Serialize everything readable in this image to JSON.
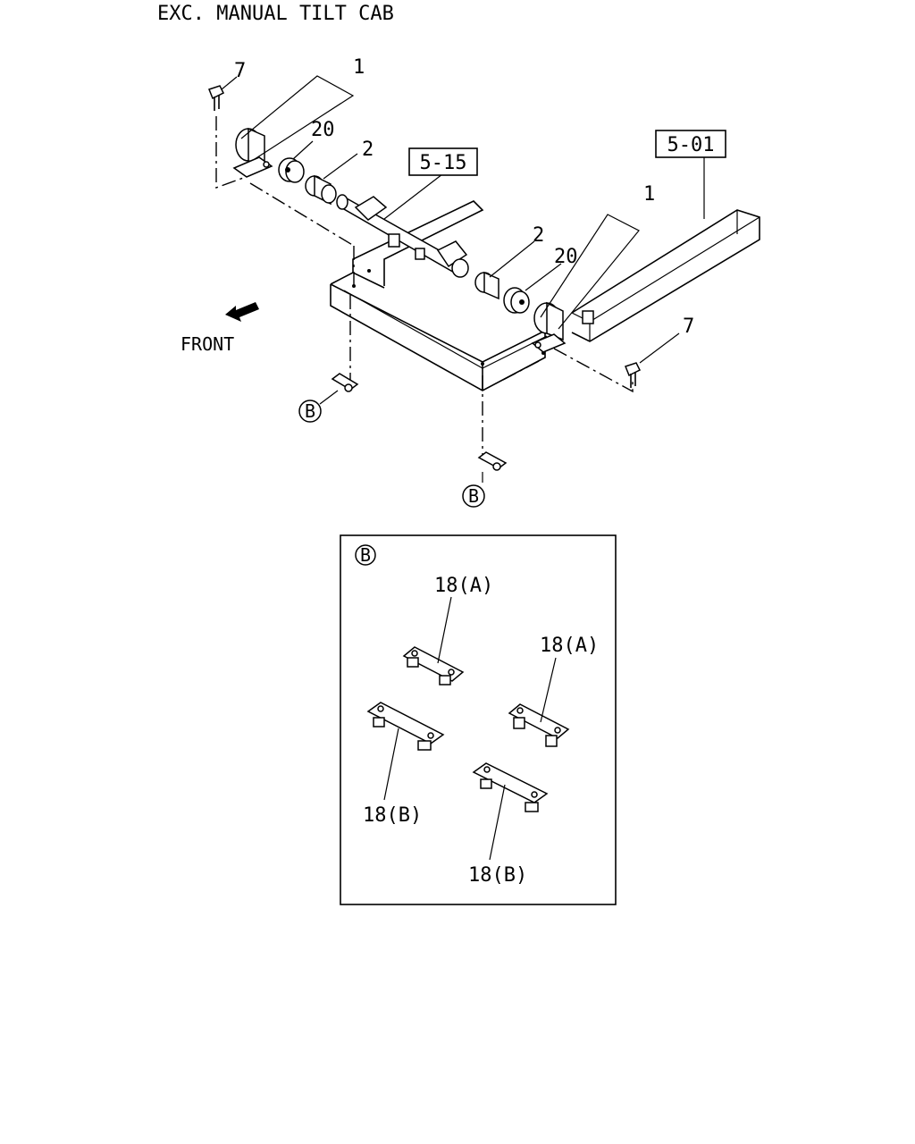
{
  "title": "EXC. MANUAL TILT CAB",
  "callouts": {
    "c7_left": "7",
    "c1_left": "1",
    "c20_left": "20",
    "c2_left": "2",
    "c1_right": "1",
    "c2_right": "2",
    "c20_right": "20",
    "c7_right": "7"
  },
  "refs": {
    "ref_515": "5-15",
    "ref_501": "5-01"
  },
  "front_label": "FRONT",
  "detail_marker": "B",
  "detail": {
    "marker": "B",
    "labels": {
      "l18a_1": "18(A)",
      "l18a_2": "18(A)",
      "l18b_1": "18(B)",
      "l18b_2": "18(B)"
    }
  }
}
